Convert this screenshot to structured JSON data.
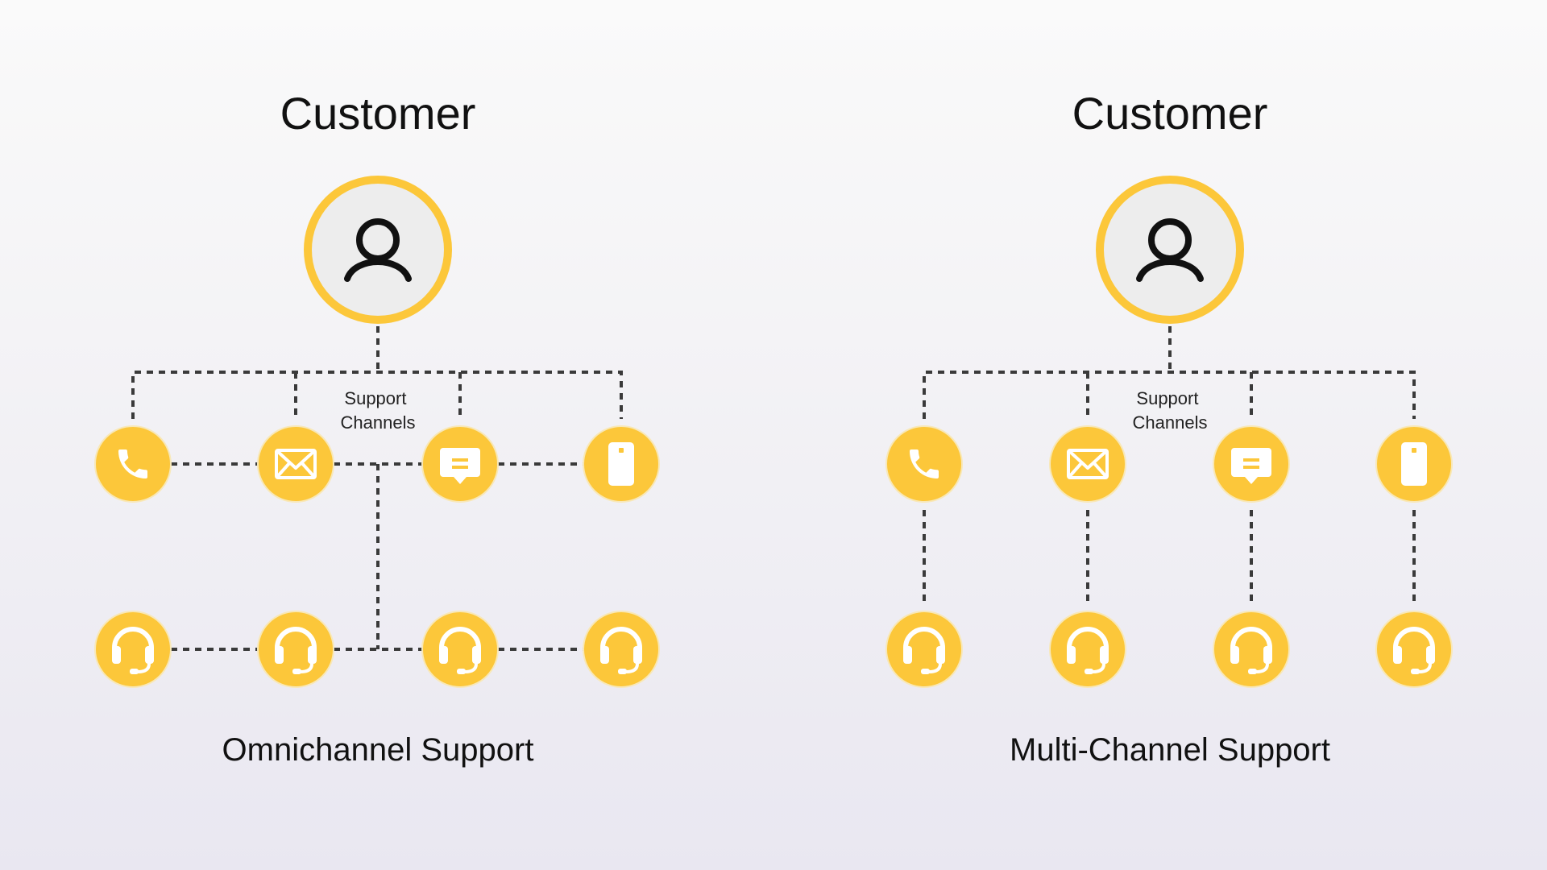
{
  "colors": {
    "accent": "#FCC73A",
    "avatar_fill": "#EDEDED",
    "connector": "#3A3A3A",
    "icon_white": "#FFFFFF",
    "text": "#111111"
  },
  "diagrams": [
    {
      "title": "Customer",
      "channels_label_line1": "Support",
      "channels_label_line2": "Channels",
      "caption": "Omnichannel Support",
      "channels": [
        "phone-icon",
        "mail-icon",
        "chat-icon",
        "mobile-icon"
      ],
      "agents": [
        "headset-icon",
        "headset-icon",
        "headset-icon",
        "headset-icon"
      ],
      "routing": "shared"
    },
    {
      "title": "Customer",
      "channels_label_line1": "Support",
      "channels_label_line2": "Channels",
      "caption": "Multi-Channel Support",
      "channels": [
        "phone-icon",
        "mail-icon",
        "chat-icon",
        "mobile-icon"
      ],
      "agents": [
        "headset-icon",
        "headset-icon",
        "headset-icon",
        "headset-icon"
      ],
      "routing": "dedicated"
    }
  ]
}
